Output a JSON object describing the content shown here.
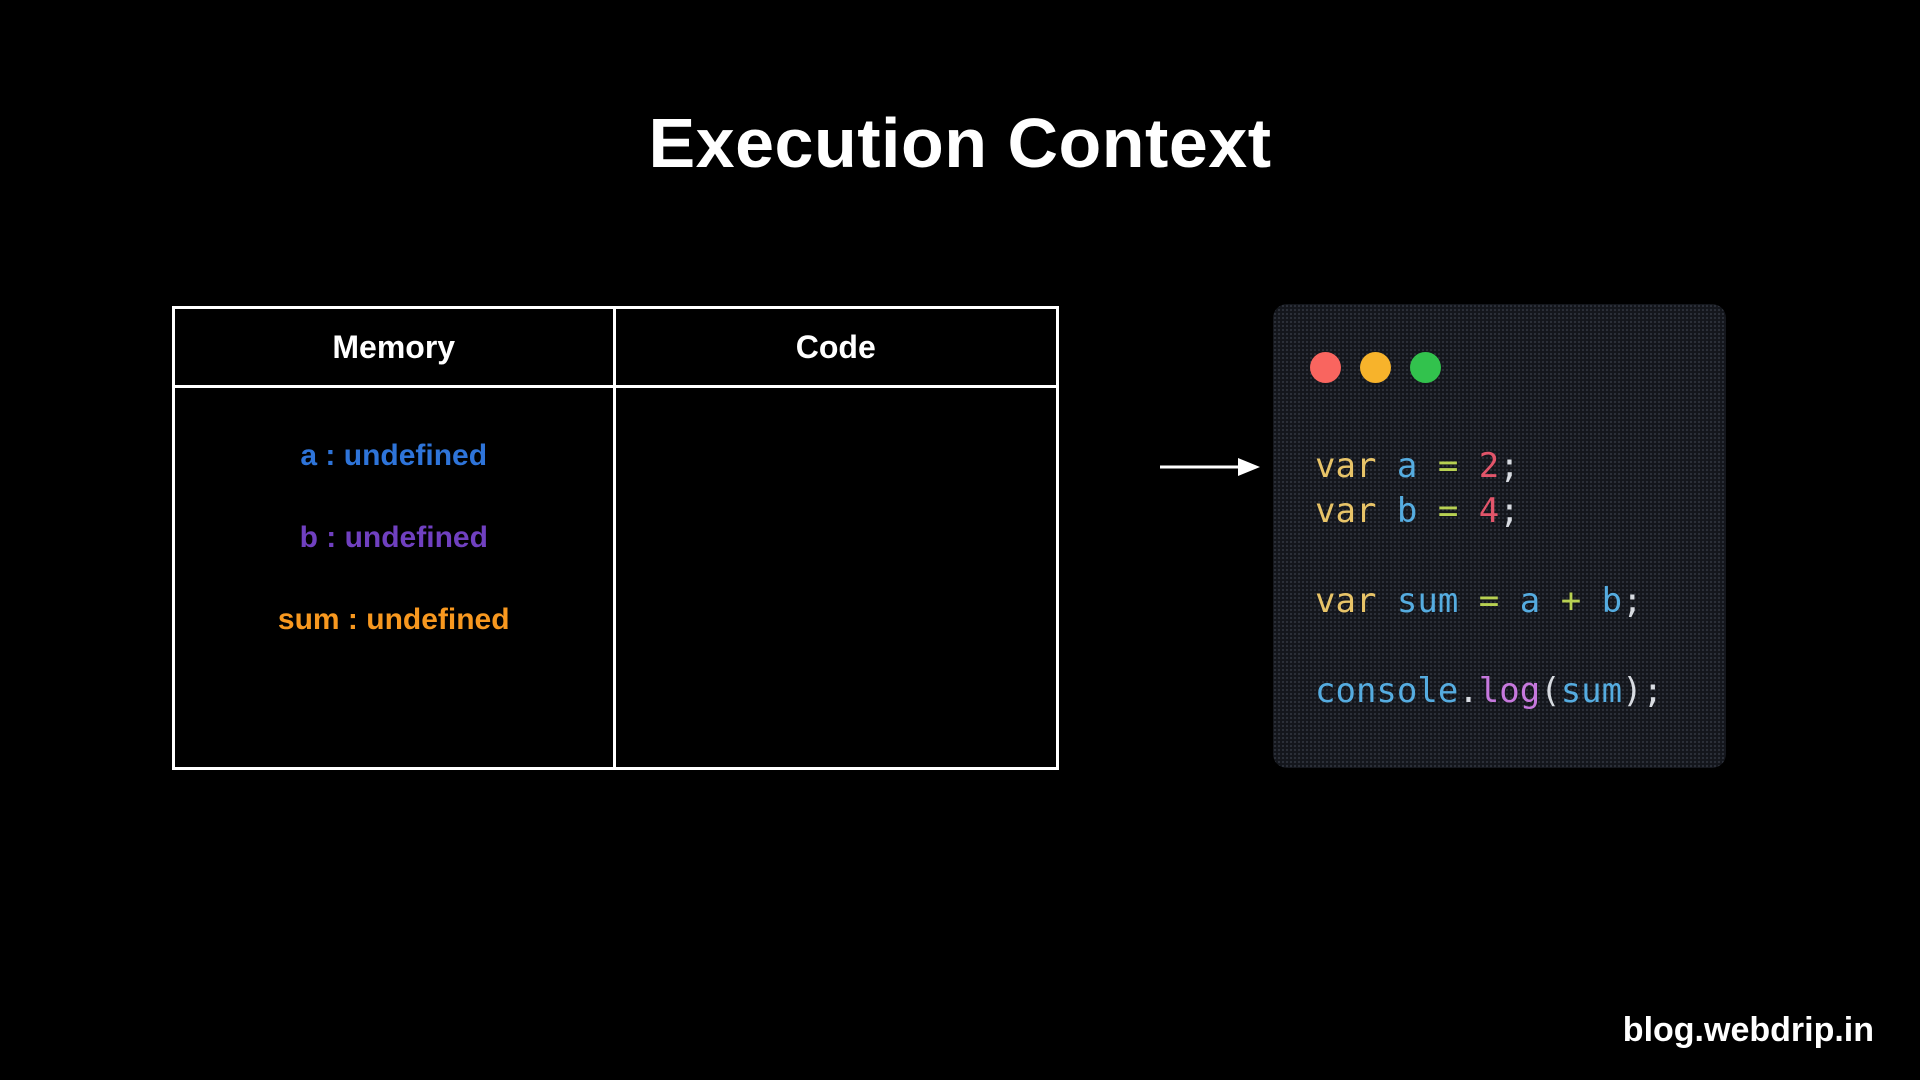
{
  "title": "Execution Context",
  "table": {
    "headers": {
      "memory": "Memory",
      "code": "Code"
    },
    "memory_items": [
      {
        "text": "a : undefined",
        "color": "#2e74d9"
      },
      {
        "text": "b : undefined",
        "color": "#7040c0"
      },
      {
        "text": "sum : undefined",
        "color": "#f8981f"
      }
    ],
    "code_column_content": ""
  },
  "arrow": {
    "direction": "right",
    "color": "#ffffff"
  },
  "code_window": {
    "traffic_lights": [
      {
        "name": "close",
        "color": "#f9655f"
      },
      {
        "name": "minimize",
        "color": "#f7b32b"
      },
      {
        "name": "zoom",
        "color": "#32c24d"
      }
    ],
    "palette": {
      "keyword": "#e8c468",
      "identifier": "#55ace0",
      "operator": "#b8d152",
      "number": "#e2556a",
      "punctuation": "#d8dce2",
      "method": "#c678dd"
    },
    "lines": [
      [
        {
          "t": "var ",
          "c": "keyword"
        },
        {
          "t": "a ",
          "c": "identifier"
        },
        {
          "t": "= ",
          "c": "operator"
        },
        {
          "t": "2",
          "c": "number"
        },
        {
          "t": ";",
          "c": "punctuation"
        }
      ],
      [
        {
          "t": "var ",
          "c": "keyword"
        },
        {
          "t": "b ",
          "c": "identifier"
        },
        {
          "t": "= ",
          "c": "operator"
        },
        {
          "t": "4",
          "c": "number"
        },
        {
          "t": ";",
          "c": "punctuation"
        }
      ],
      [],
      [
        {
          "t": "var ",
          "c": "keyword"
        },
        {
          "t": "sum ",
          "c": "identifier"
        },
        {
          "t": "= ",
          "c": "operator"
        },
        {
          "t": "a ",
          "c": "identifier"
        },
        {
          "t": "+ ",
          "c": "operator"
        },
        {
          "t": "b",
          "c": "identifier"
        },
        {
          "t": ";",
          "c": "punctuation"
        }
      ],
      [],
      [
        {
          "t": "console",
          "c": "identifier"
        },
        {
          "t": ".",
          "c": "punctuation"
        },
        {
          "t": "log",
          "c": "method"
        },
        {
          "t": "(",
          "c": "punctuation"
        },
        {
          "t": "sum",
          "c": "identifier"
        },
        {
          "t": ")",
          "c": "punctuation"
        },
        {
          "t": ";",
          "c": "punctuation"
        }
      ]
    ]
  },
  "footer": {
    "watermark": "blog.webdrip.in"
  }
}
